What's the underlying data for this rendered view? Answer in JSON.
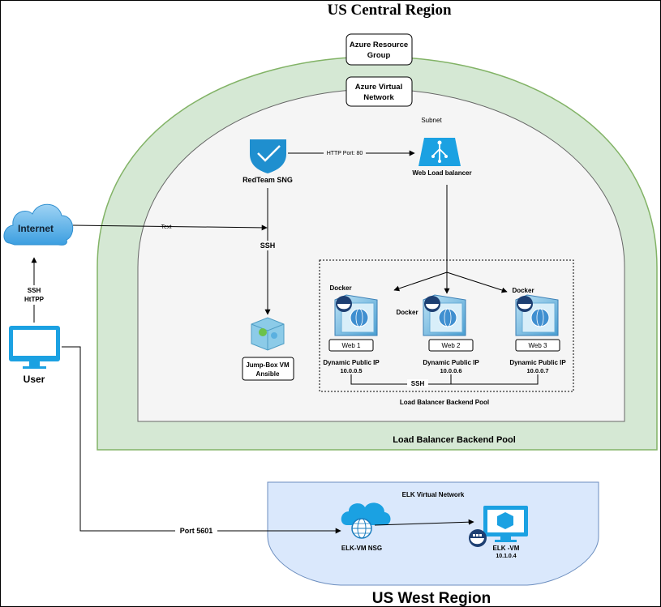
{
  "regions": {
    "central_title": "US Central Region",
    "west_title": "US West Region"
  },
  "groups": {
    "resource_group": "Azure Resource Group",
    "resource_group_lines": [
      "Azure Resource",
      "Group"
    ],
    "virtual_network": "Azure Virtual Network",
    "virtual_network_lines": [
      "Azure Virtual",
      "Network"
    ],
    "subnet": "Subnet",
    "outer_pool_label": "Load Balancer Backend Pool",
    "inner_pool_label": "Load Balancer Backend Pool"
  },
  "nodes": {
    "internet": "Internet",
    "user": "User",
    "redteam_nsg": "RedTeam SNG",
    "load_balancer": "Web Load balancer",
    "jumpbox": "Jump-Box VM Ansible",
    "jumpbox_lines": [
      "Jump-Box VM",
      "Ansible"
    ],
    "web_servers": [
      {
        "docker": "Docker",
        "name": "Web 1",
        "ip_label": "Dynamic Public IP",
        "ip": "10.0.0.5"
      },
      {
        "docker": "Docker",
        "name": "Web 2",
        "ip_label": "Dynamic Public IP",
        "ip": "10.0.0.6"
      },
      {
        "docker": "Docker",
        "name": "Web 3",
        "ip_label": "Dynamic Public IP",
        "ip": "10.0.0.7"
      }
    ],
    "elk_network": "ELK Virtual Network",
    "elk_nsg": "ELK-VM NSG",
    "elk_vm": "ELK -VM",
    "elk_vm_ip": "10.1.0.4"
  },
  "edges": {
    "internet_text": "Text",
    "user_internet_lines": [
      "SSH",
      "HtTPP"
    ],
    "nsg_to_lb": "HTTP Port: 80",
    "nsg_to_jumpbox": "SSH",
    "webs_ssh": "SSH",
    "user_to_elk": "Port 5601"
  },
  "colors": {
    "green_fill": "#d5e8d4",
    "green_stroke": "#82b366",
    "inner_fill": "#f5f5f5",
    "elk_fill": "#dae8fc",
    "elk_stroke": "#6c8ebf",
    "azure_blue": "#1ba1e2"
  }
}
